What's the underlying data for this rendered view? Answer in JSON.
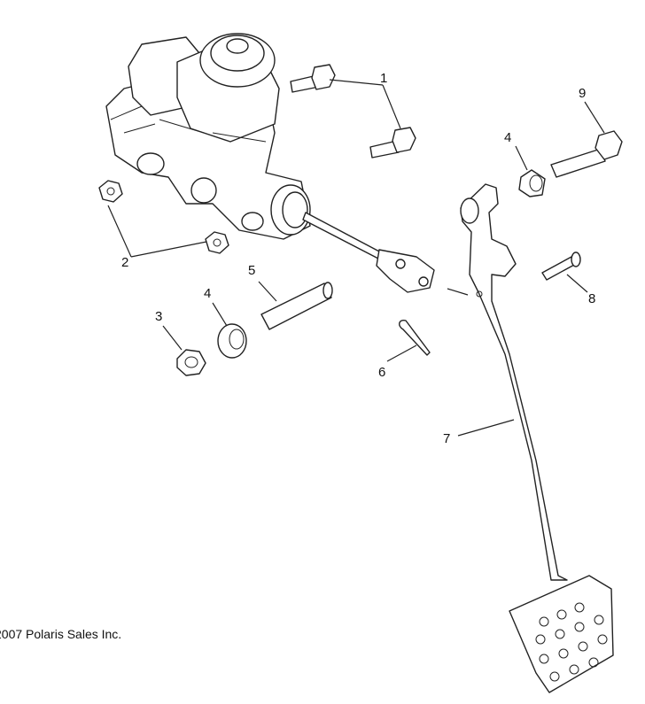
{
  "callouts": {
    "c1": "1",
    "c2": "2",
    "c3": "3",
    "c4a": "4",
    "c4b": "4",
    "c5": "5",
    "c6": "6",
    "c7": "7",
    "c8": "8",
    "c9": "9"
  },
  "copyright": "2007 Polaris Sales Inc."
}
